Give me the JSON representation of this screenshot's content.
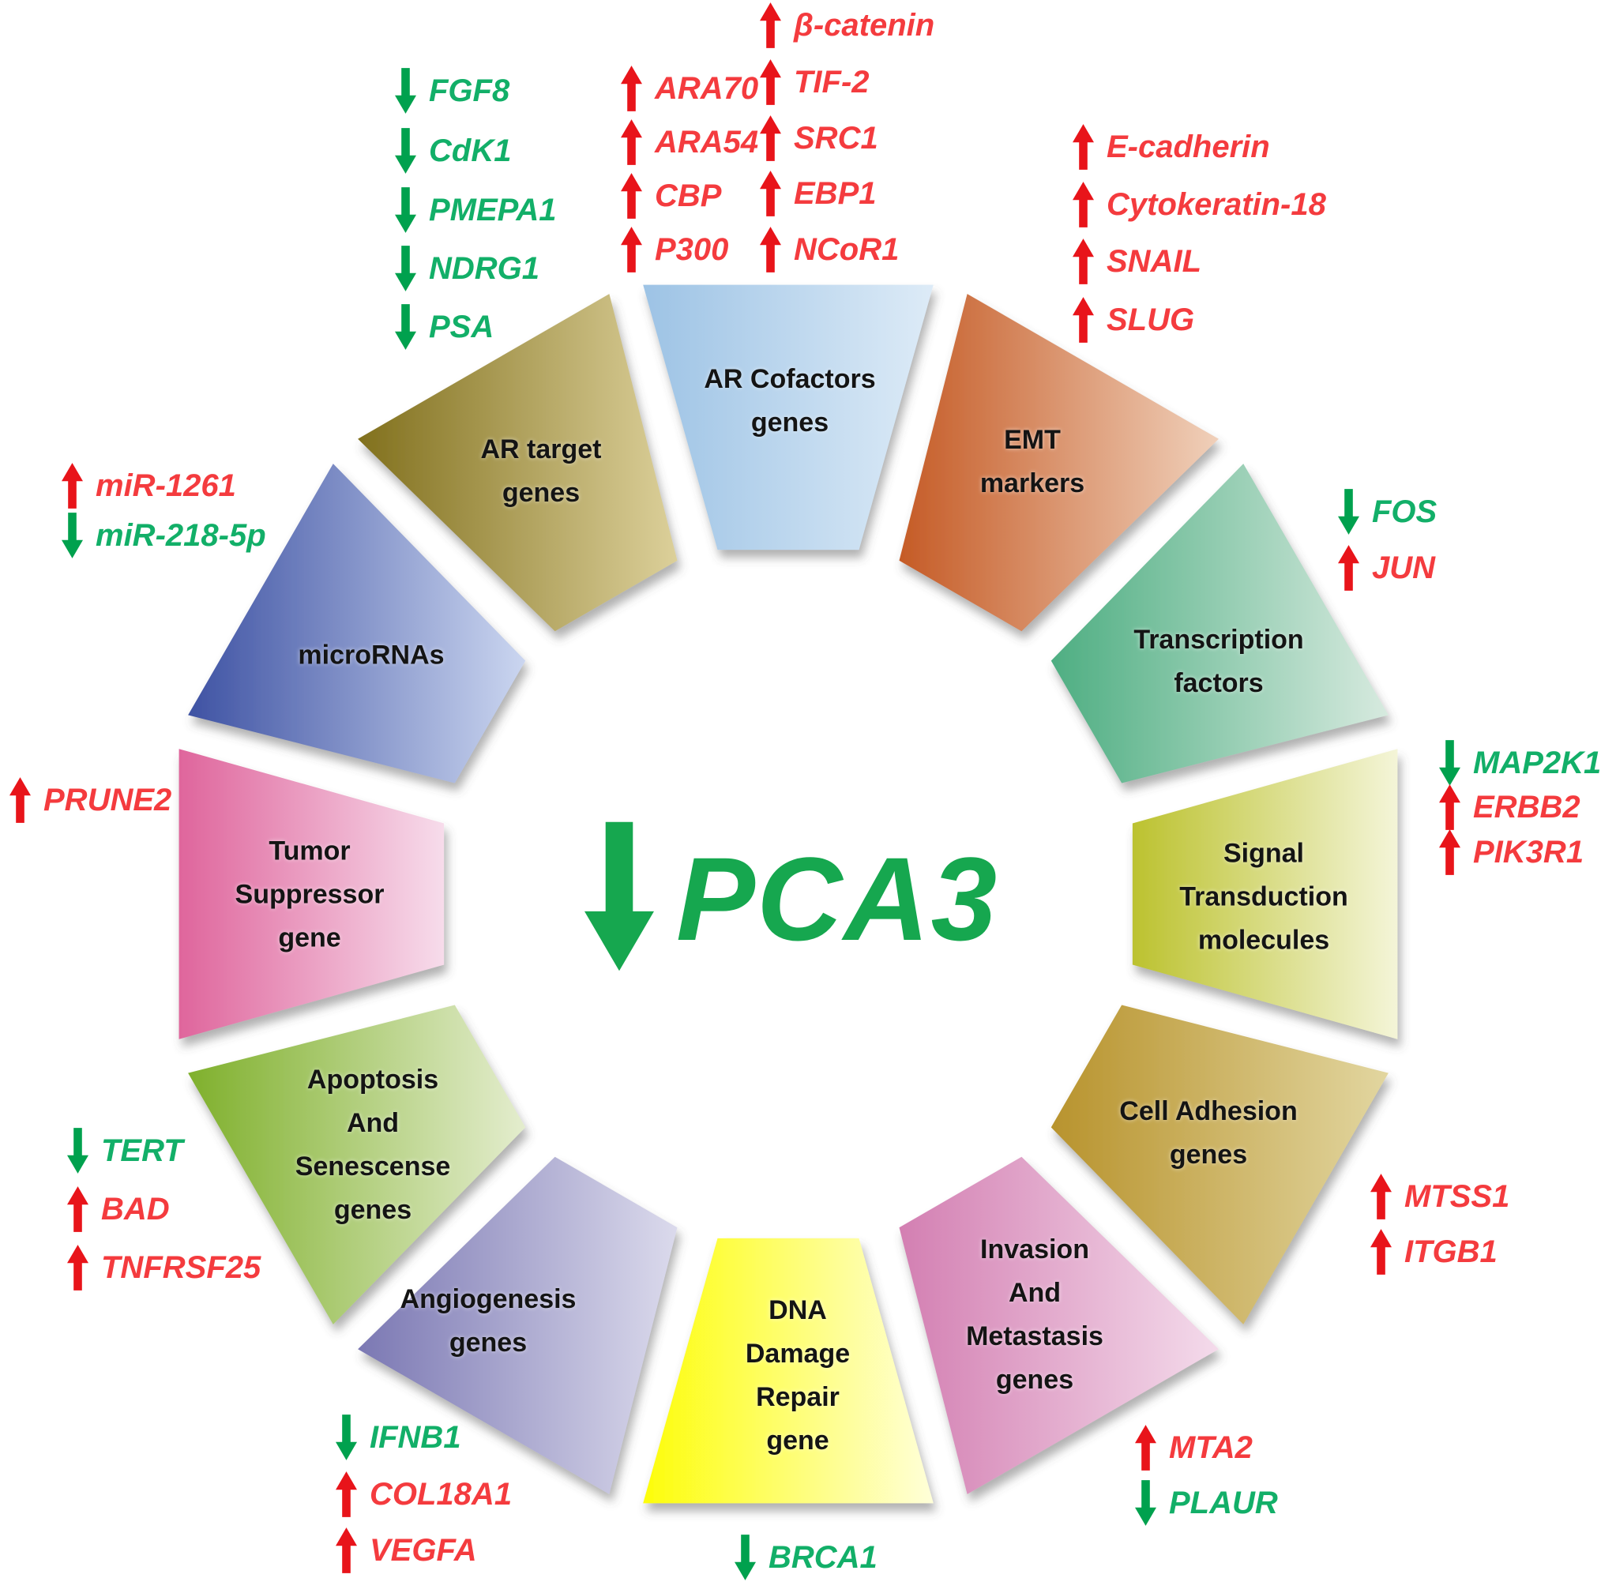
{
  "center": {
    "gene": "PCA3",
    "direction": "down"
  },
  "colors": {
    "up_arrow": "#E8141A",
    "up_text": "#F43B3E",
    "down_arrow": "#00A14E",
    "down_text": "#12AF68",
    "segment_label": "#141414",
    "center_green": "#16A74F"
  },
  "segments": [
    {
      "id": "ar-cofactors",
      "label": "AR Cofactors\ngenes",
      "gradient": [
        "#9DC3E5",
        "#DDEBF7"
      ]
    },
    {
      "id": "emt",
      "label": "EMT\nmarkers",
      "gradient": [
        "#C55B26",
        "#F0D0BA"
      ]
    },
    {
      "id": "transcription",
      "label": "Transcription\nfactors",
      "gradient": [
        "#4EAE82",
        "#D7EADF"
      ]
    },
    {
      "id": "signal",
      "label": "Signal\nTransduction\nmolecules",
      "gradient": [
        "#BCC22F",
        "#F4F5D8"
      ]
    },
    {
      "id": "cell-adhesion",
      "label": "Cell Adhesion\ngenes",
      "gradient": [
        "#B8932D",
        "#E2D6A0"
      ]
    },
    {
      "id": "invasion",
      "label": "Invasion\nAnd\nMetastasis\ngenes",
      "gradient": [
        "#D37FB2",
        "#F4DBEB"
      ]
    },
    {
      "id": "dna",
      "label": "DNA\nDamage\nRepair\ngene",
      "gradient": [
        "#FDFD0A",
        "#FFFFD9"
      ]
    },
    {
      "id": "angiogenesis",
      "label": "Angiogenesis\ngenes",
      "gradient": [
        "#7B78B3",
        "#DBDAEC"
      ]
    },
    {
      "id": "apoptosis",
      "label": "Apoptosis\nAnd\nSenescense\ngenes",
      "gradient": [
        "#7FB02C",
        "#E4EDCE"
      ]
    },
    {
      "id": "tumor",
      "label": "Tumor\nSuppressor\ngene",
      "gradient": [
        "#DF659C",
        "#F7DCEB"
      ]
    },
    {
      "id": "micrornas",
      "label": "microRNAs",
      "gradient": [
        "#3E52A3",
        "#CBD6F0"
      ]
    },
    {
      "id": "ar-target",
      "label": "AR target\ngenes",
      "gradient": [
        "#81701D",
        "#DCD09A"
      ]
    }
  ],
  "gene_lists": [
    {
      "id": "ar-target-list",
      "items": [
        {
          "name": "FGF8",
          "direction": "down"
        },
        {
          "name": "CdK1",
          "direction": "down"
        },
        {
          "name": "PMEPA1",
          "direction": "down"
        },
        {
          "name": "NDRG1",
          "direction": "down"
        },
        {
          "name": "PSA",
          "direction": "down"
        }
      ]
    },
    {
      "id": "ar-cofactors-left",
      "items": [
        {
          "name": "ARA70",
          "direction": "up"
        },
        {
          "name": "ARA54",
          "direction": "up"
        },
        {
          "name": "CBP",
          "direction": "up"
        },
        {
          "name": "P300",
          "direction": "up"
        }
      ]
    },
    {
      "id": "ar-cofactors-right",
      "items": [
        {
          "name": "β-catenin",
          "direction": "up"
        },
        {
          "name": "TIF-2",
          "direction": "up"
        },
        {
          "name": "SRC1",
          "direction": "up"
        },
        {
          "name": "EBP1",
          "direction": "up"
        },
        {
          "name": "NCoR1",
          "direction": "up"
        }
      ]
    },
    {
      "id": "emt-list",
      "items": [
        {
          "name": "E-cadherin",
          "direction": "up"
        },
        {
          "name": "Cytokeratin-18",
          "direction": "up"
        },
        {
          "name": "SNAIL",
          "direction": "up"
        },
        {
          "name": "SLUG",
          "direction": "up"
        }
      ]
    },
    {
      "id": "transcription-list",
      "items": [
        {
          "name": "FOS",
          "direction": "down"
        },
        {
          "name": "JUN",
          "direction": "up"
        }
      ]
    },
    {
      "id": "signal-list",
      "items": [
        {
          "name": "MAP2K1",
          "direction": "down"
        },
        {
          "name": "ERBB2",
          "direction": "up"
        },
        {
          "name": "PIK3R1",
          "direction": "up"
        }
      ]
    },
    {
      "id": "cell-adhesion-list",
      "items": [
        {
          "name": "MTSS1",
          "direction": "up"
        },
        {
          "name": "ITGB1",
          "direction": "up"
        }
      ]
    },
    {
      "id": "invasion-list",
      "items": [
        {
          "name": "MTA2",
          "direction": "up"
        },
        {
          "name": "PLAUR",
          "direction": "down"
        }
      ]
    },
    {
      "id": "dna-list",
      "items": [
        {
          "name": "BRCA1",
          "direction": "down"
        }
      ]
    },
    {
      "id": "angiogenesis-list",
      "items": [
        {
          "name": "IFNB1",
          "direction": "down"
        },
        {
          "name": "COL18A1",
          "direction": "up"
        },
        {
          "name": "VEGFA",
          "direction": "up"
        }
      ]
    },
    {
      "id": "apoptosis-list",
      "items": [
        {
          "name": "TERT",
          "direction": "down"
        },
        {
          "name": "BAD",
          "direction": "up"
        },
        {
          "name": "TNFRSF25",
          "direction": "up"
        }
      ]
    },
    {
      "id": "tumor-list",
      "items": [
        {
          "name": "PRUNE2",
          "direction": "up"
        }
      ]
    },
    {
      "id": "micrornas-list",
      "items": [
        {
          "name": "miR-1261",
          "direction": "up"
        },
        {
          "name": "miR-218-5p",
          "direction": "down"
        }
      ]
    }
  ]
}
